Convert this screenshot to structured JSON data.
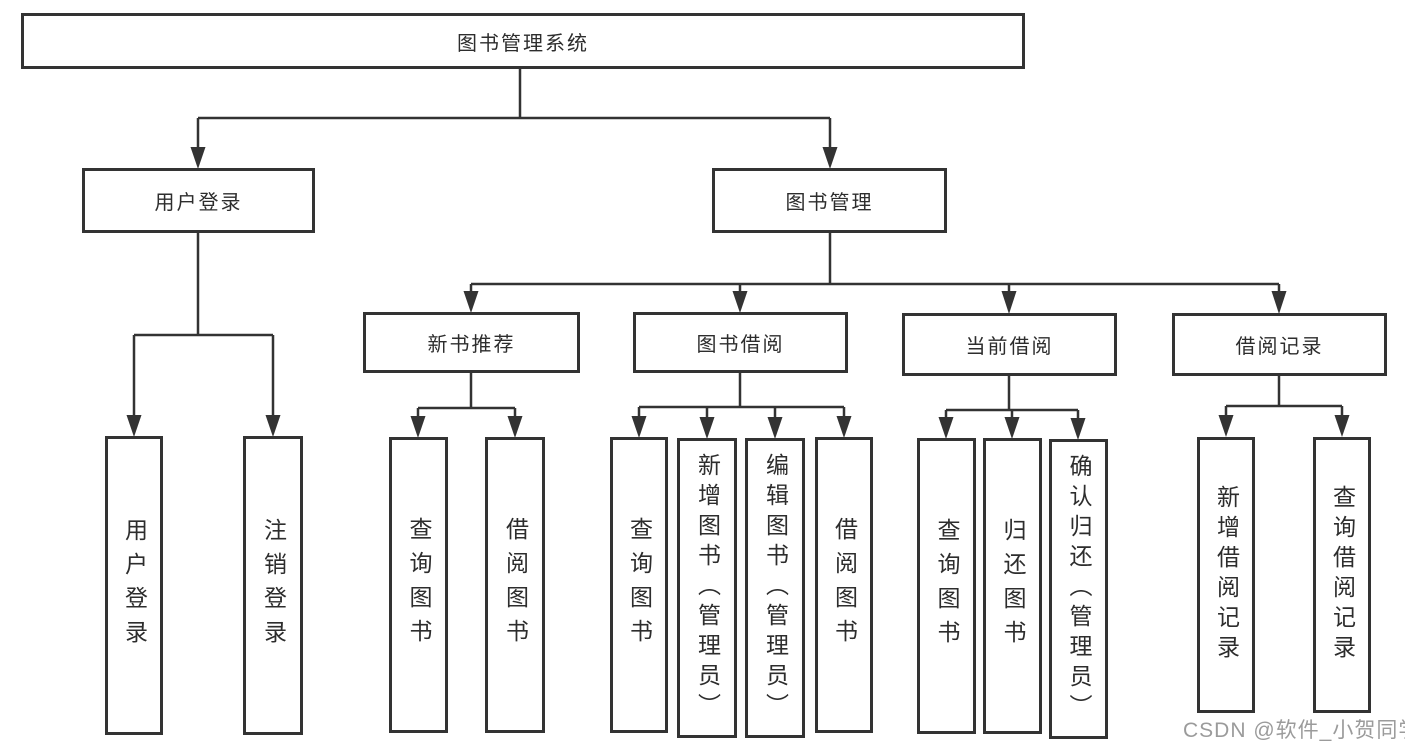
{
  "tree": {
    "root": {
      "label": "图书管理系统"
    },
    "level1": [
      {
        "label": "用户登录",
        "children": [
          "用户登录",
          "注销登录"
        ]
      },
      {
        "label": "图书管理"
      }
    ],
    "level2": [
      {
        "label": "新书推荐",
        "children": [
          "查询图书",
          "借阅图书"
        ]
      },
      {
        "label": "图书借阅",
        "children": [
          "查询图书",
          "新增图书（管理员）",
          "编辑图书（管理员）",
          "借阅图书"
        ]
      },
      {
        "label": "当前借阅",
        "children": [
          "查询图书",
          "归还图书",
          "确认归还（管理员）"
        ]
      },
      {
        "label": "借阅记录",
        "children": [
          "新增借阅记录",
          "查询借阅记录"
        ]
      }
    ]
  },
  "watermark": "CSDN @软件_小贺同学",
  "colors": {
    "line": "#333333",
    "text": "#2d2d2d",
    "watermark": "#9b9b9b",
    "background": "#ffffff"
  }
}
